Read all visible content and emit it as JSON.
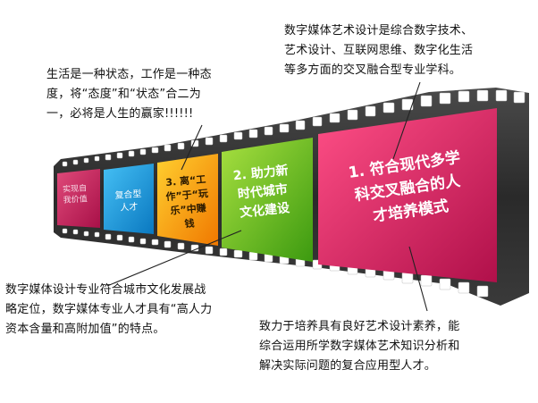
{
  "callouts": {
    "top": "数字媒体艺术设计是综合数字技术、\n艺术设计、互联网思维、数字化生活\n等多方面的交叉融合型专业学科。",
    "life": "生活是一种状态，工作是一种态\n度，将“态度”和“状态”合二为\n一，必将是人生的赢家!!!!!!",
    "bottom_left": "数字媒体设计专业符合城市文化发展战\n略定位，数字媒体专业人才具有“高人力\n资本含量和高附加值”的特点。",
    "bottom_right": "致力于培养具有良好艺术设计素养，能\n综合运用所学数字媒体艺术知识分析和\n解决实际问题的复合应用型人才。"
  },
  "frames": [
    {
      "label": "实现自\n我价值",
      "color": "#c8205a"
    },
    {
      "label": "复合型\n人才",
      "color": "#1aa0e0"
    },
    {
      "label": "3. 离“工\n作”于“玩\n乐”中赚\n钱",
      "color": "#f5a000"
    },
    {
      "label": "2. 助力新\n时代城市\n文化建设",
      "color": "#6cc01c"
    },
    {
      "label": "1. 符合现代多学\n科交叉融合的人\n才培养模式",
      "color": "#d4195e"
    }
  ]
}
